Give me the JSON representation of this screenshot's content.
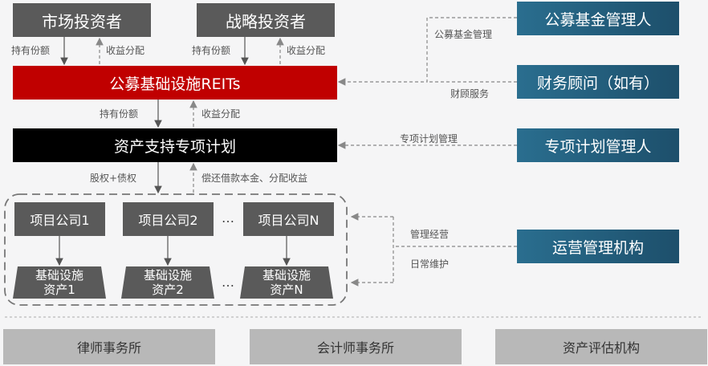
{
  "investors": {
    "market": "市场投资者",
    "strategic": "战略投资者"
  },
  "reits": "公募基础设施REITs",
  "abs_plan": "资产支持专项计划",
  "managers": {
    "fund_manager": "公募基金管理人",
    "financial_advisor": "财务顾问（如有）",
    "plan_manager": "专项计划管理人",
    "operator": "运营管理机构"
  },
  "companies": [
    "项目公司1",
    "项目公司2",
    "项目公司N"
  ],
  "assets": [
    {
      "line1": "基础设施",
      "line2": "资产1"
    },
    {
      "line1": "基础设施",
      "line2": "资产2"
    },
    {
      "line1": "基础设施",
      "line2": "资产N"
    }
  ],
  "ellipsis": "…",
  "labels": {
    "hold_share": "持有份额",
    "income_dist": "收益分配",
    "fund_mgmt": "公募基金管理",
    "advisory": "财顾服务",
    "plan_mgmt": "专项计划管理",
    "equity_debt": "股权+债权",
    "repay": "偿还借款本金、分配收益",
    "ops_mgmt": "管理经营",
    "daily_maint": "日常维护"
  },
  "footer": [
    "律师事务所",
    "会计师事务所",
    "资产评估机构"
  ]
}
